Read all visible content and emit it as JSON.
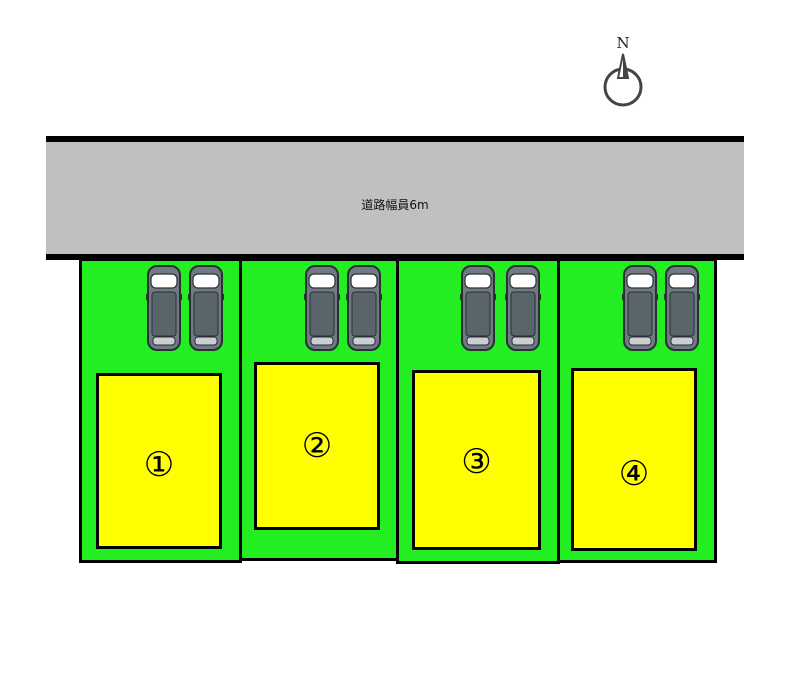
{
  "compass": {
    "north_label": "N",
    "icon": "north-arrow"
  },
  "road": {
    "label": "道路幅員6m",
    "color": "#c0c0c0"
  },
  "colors": {
    "lot": "#22ee22",
    "building": "#ffff00",
    "car": "#6f7a82"
  },
  "lots": [
    {
      "number": "①",
      "parking_spaces": 2
    },
    {
      "number": "②",
      "parking_spaces": 2
    },
    {
      "number": "③",
      "parking_spaces": 2
    },
    {
      "number": "④",
      "parking_spaces": 2
    }
  ]
}
